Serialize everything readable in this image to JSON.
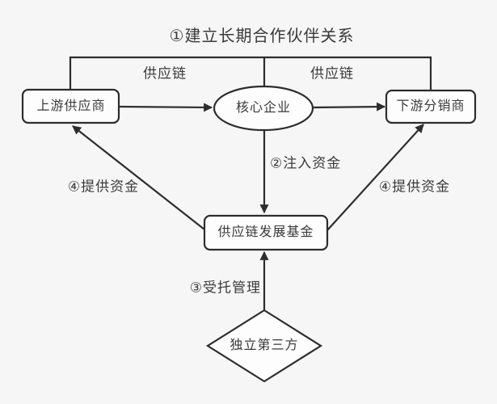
{
  "diagram": {
    "title": "①建立长期合作伙伴关系",
    "nodes": {
      "upstream": {
        "label": "上游供应商",
        "shape": "rounded-rect"
      },
      "core": {
        "label": "核心企业",
        "shape": "ellipse"
      },
      "downstream": {
        "label": "下游分销商",
        "shape": "rounded-rect"
      },
      "fund": {
        "label": "供应链发展基金",
        "shape": "rounded-rect"
      },
      "third_party": {
        "label": "独立第三方",
        "shape": "diamond"
      }
    },
    "edges": {
      "supply_chain_left": {
        "label": "供应链"
      },
      "supply_chain_right": {
        "label": "供应链"
      },
      "inject_funds": {
        "label": "②注入资金"
      },
      "entrusted_management": {
        "label": "③受托管理"
      },
      "provide_funds_left": {
        "label": "④提供资金"
      },
      "provide_funds_right": {
        "label": "④提供资金"
      }
    },
    "colors": {
      "background": "#f6f6f6",
      "line": "#2d2d2d",
      "node_fill": "#fdfdfd",
      "text": "#3a3a3a"
    }
  }
}
